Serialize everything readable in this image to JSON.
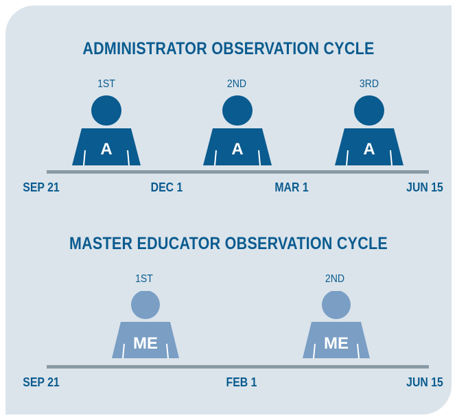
{
  "admin": {
    "title": "ADMINISTRATOR OBSERVATION CYCLE",
    "observations": [
      {
        "ordinal": "1ST",
        "badge": "A"
      },
      {
        "ordinal": "2ND",
        "badge": "A"
      },
      {
        "ordinal": "3RD",
        "badge": "A"
      }
    ],
    "dates": [
      "SEP 21",
      "DEC 1",
      "MAR 1",
      "JUN 15"
    ],
    "color": "#0a5b8f"
  },
  "master": {
    "title": "MASTER EDUCATOR OBSERVATION CYCLE",
    "observations": [
      {
        "ordinal": "1ST",
        "badge": "ME"
      },
      {
        "ordinal": "2ND",
        "badge": "ME"
      }
    ],
    "dates": [
      "SEP 21",
      "FEB 1",
      "JUN 15"
    ],
    "color": "#7a9ec4"
  },
  "colors": {
    "panel": "#dbe4eb",
    "timeline": "#8a9aa5",
    "text": "#0a5b8f"
  },
  "icons": [
    "person-icon"
  ]
}
